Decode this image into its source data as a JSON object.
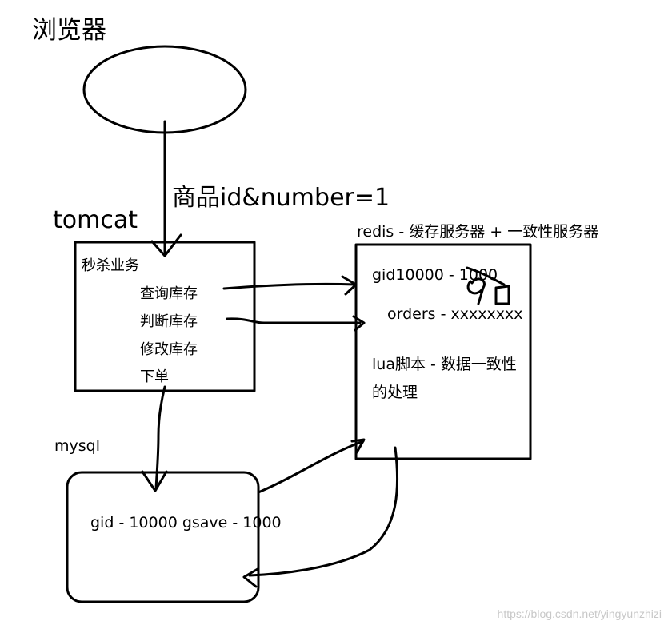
{
  "browser": {
    "label": "浏览器"
  },
  "request": {
    "param": "商品id&number=1"
  },
  "tomcat": {
    "label": "tomcat",
    "service_title": "秒杀业务",
    "steps": [
      "查询库存",
      "判断库存",
      "修改库存",
      "下单"
    ]
  },
  "redis": {
    "title": "redis - 缓存服务器 + 一致性服务器",
    "entries": [
      "gid10000 - 1000",
      "orders - xxxxxxxx"
    ],
    "lua_line1": "lua脚本 - 数据一致性",
    "lua_line2": "的处理"
  },
  "mysql": {
    "label": "mysql",
    "row": "gid - 10000 gsave - 1000"
  },
  "watermark": "https://blog.csdn.net/yingyunzhizi"
}
